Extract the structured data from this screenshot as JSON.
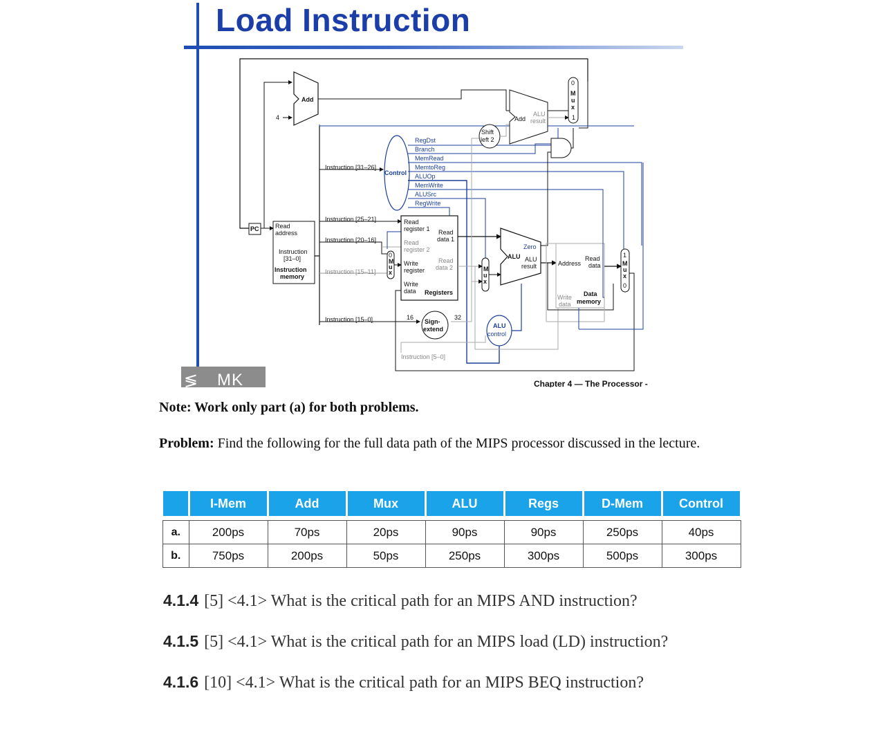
{
  "slide": {
    "title": "Load Instruction",
    "logo_text": "MK",
    "logo_left_glyph": "≶",
    "footer": "Chapter 4 — The Processor -",
    "colors": {
      "title": "#1c3ea8",
      "rule": "#1d4db3",
      "control_lines": "#1b3f9c"
    },
    "diagram": {
      "add_top": "Add",
      "const_four": "4",
      "pc": "PC",
      "imem_read_address": [
        "Read",
        "address"
      ],
      "imem_instruction": [
        "Instruction",
        "[31–0]"
      ],
      "imem_name": [
        "Instruction",
        "memory"
      ],
      "instr_31_26": "Instruction [31–26]",
      "instr_25_21": "Instruction [25–21]",
      "instr_20_16": "Instruction [20–16]",
      "instr_15_11": "Instruction [15–11]",
      "instr_15_0": "Instruction [15–0]",
      "instr_5_0": "Instruction [5–0]",
      "control": "Control",
      "control_signals": [
        "RegDst",
        "Branch",
        "MemRead",
        "MemtoReg",
        "ALUOp",
        "MemWrite",
        "ALUSrc",
        "RegWrite"
      ],
      "reg_read1": [
        "Read",
        "register 1"
      ],
      "reg_read2": [
        "Read",
        "register 2"
      ],
      "reg_write": [
        "Write",
        "register"
      ],
      "reg_write_data": [
        "Write",
        "data"
      ],
      "reg_name": "Registers",
      "reg_data1": [
        "Read",
        "data 1"
      ],
      "reg_data2": [
        "Read",
        "data 2"
      ],
      "mux_letters": [
        "M",
        "u",
        "x"
      ],
      "mux_zero": "0",
      "mux_one": "1",
      "shift": [
        "Shift",
        "left 2"
      ],
      "add_branch": "Add",
      "alu_result_top": [
        "ALU",
        "result"
      ],
      "alu": "ALU",
      "alu_zero": "Zero",
      "alu_result": [
        "ALU",
        "result"
      ],
      "alu_control": [
        "ALU",
        "control"
      ],
      "sign_extend": [
        "Sign-",
        "extend"
      ],
      "bits_16": "16",
      "bits_32": "32",
      "dmem_address": "Address",
      "dmem_read_data": [
        "Read",
        "data"
      ],
      "dmem_write_data": [
        "Write",
        "data"
      ],
      "dmem_name": [
        "Data",
        "memory"
      ]
    }
  },
  "note": "Note: Work only part (a) for both problems.",
  "problem": {
    "label": "Problem:",
    "text": " Find the following for the full data path of the MIPS processor discussed in the lecture."
  },
  "table": {
    "headers": [
      "I-Mem",
      "Add",
      "Mux",
      "ALU",
      "Regs",
      "D-Mem",
      "Control"
    ],
    "rows": [
      {
        "label": "a.",
        "values": [
          "200ps",
          "70ps",
          "20ps",
          "90ps",
          "90ps",
          "250ps",
          "40ps"
        ]
      },
      {
        "label": "b.",
        "values": [
          "750ps",
          "200ps",
          "50ps",
          "250ps",
          "300ps",
          "500ps",
          "300ps"
        ]
      }
    ],
    "header_color": "#1aa3e8"
  },
  "exercises": [
    {
      "num": "4.1.4",
      "text": "[5] <4.1> What is the critical path for an MIPS AND instruction?"
    },
    {
      "num": "4.1.5",
      "text": "[5] <4.1> What is the critical path for an MIPS load (LD) instruction?"
    },
    {
      "num": "4.1.6",
      "text": "[10] <4.1> What is the critical path for an MIPS BEQ instruction?"
    }
  ]
}
